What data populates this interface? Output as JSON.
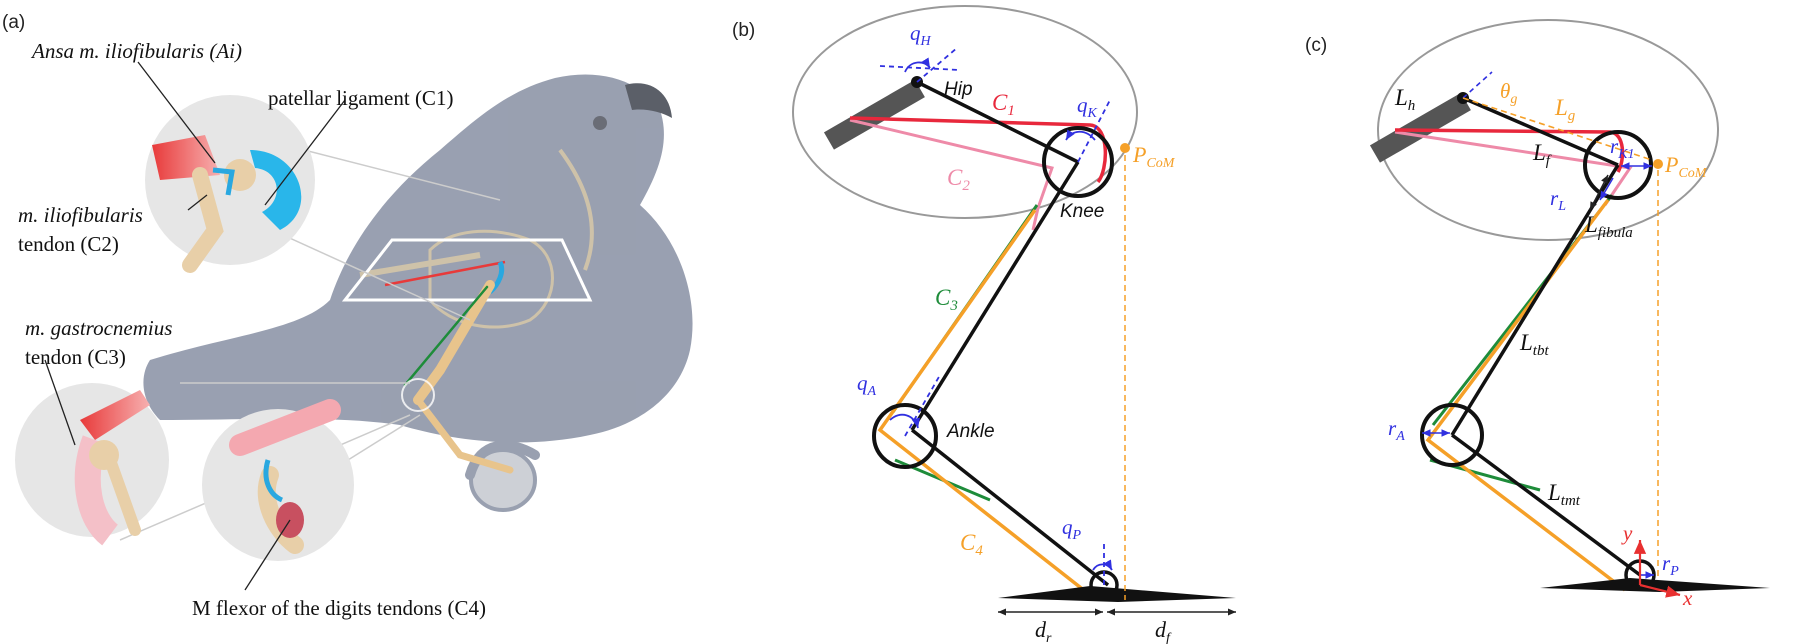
{
  "panels": {
    "a": {
      "label": "(a)",
      "ai_label": "Ansa m. iliofibularis (Ai)",
      "patellar_label": "patellar ligament (C1)",
      "iliofib_label_1": "m. iliofibularis",
      "iliofib_label_2": "tendon (C2)",
      "gastro_label_1": "m. gastrocnemius",
      "gastro_label_2": "tendon (C3)",
      "flexor_label": "M flexor of the digits tendons (C4)"
    },
    "b": {
      "label": "(b)",
      "qH": "q",
      "qH_sub": "H",
      "hip": "Hip",
      "C1": "C",
      "C1_sub": "1",
      "qK": "q",
      "qK_sub": "K",
      "pcom": "P",
      "pcom_sub": "CoM",
      "C2": "C",
      "C2_sub": "2",
      "knee": "Knee",
      "C3": "C",
      "C3_sub": "3",
      "qA": "q",
      "qA_sub": "A",
      "ankle": "Ankle",
      "C4": "C",
      "C4_sub": "4",
      "qP": "q",
      "qP_sub": "P",
      "dr": "d",
      "dr_sub": "r",
      "df": "d",
      "df_sub": "f"
    },
    "c": {
      "label": "(c)",
      "Lh": "L",
      "Lh_sub": "h",
      "theta": "θ",
      "theta_sub": "g",
      "Lg": "L",
      "Lg_sub": "g",
      "Lf": "L",
      "Lf_sub": "f",
      "rK1": "r",
      "rK1_sub": "K1",
      "pcom": "P",
      "pcom_sub": "CoM",
      "rL": "r",
      "rL_sub": "L",
      "Lfib": "L",
      "Lfib_sub": "fibula",
      "Ltbt": "L",
      "Ltbt_sub": "tbt",
      "rA": "r",
      "rA_sub": "A",
      "Ltmt": "L",
      "Ltmt_sub": "tmt",
      "y_axis": "y",
      "rP": "r",
      "rP_sub": "P",
      "x_axis": "x"
    }
  },
  "colors": {
    "C1": "#e8283c",
    "C2": "#ee8aa8",
    "C3": "#1e8c3a",
    "C4": "#f5a028",
    "angle": "#3030e0",
    "frame": "#e83030",
    "bone": "#e8c48c",
    "bird": "#8e96a8"
  }
}
